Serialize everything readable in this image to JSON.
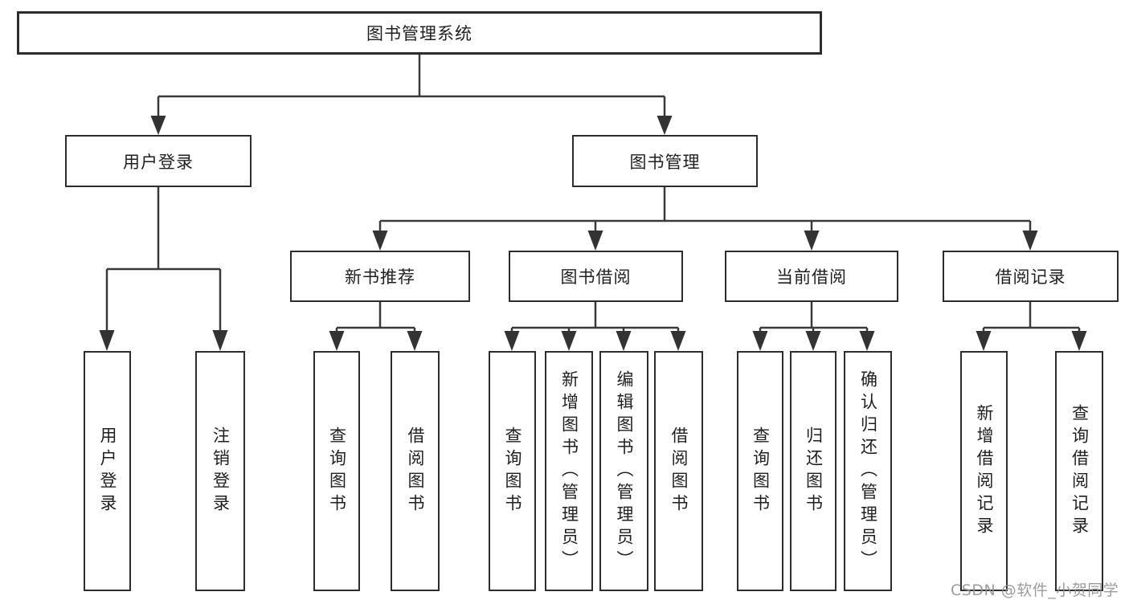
{
  "tree": {
    "root": "图书管理系统",
    "user_login": {
      "label": "用户登录",
      "children": [
        "用户登录",
        "注销登录"
      ]
    },
    "book_mgmt": {
      "label": "图书管理",
      "groups": [
        {
          "label": "新书推荐",
          "children": [
            "查询图书",
            "借阅图书"
          ]
        },
        {
          "label": "图书借阅",
          "children": [
            "查询图书",
            "新增图书（管理员）",
            "编辑图书（管理员）",
            "借阅图书"
          ]
        },
        {
          "label": "当前借阅",
          "children": [
            "查询图书",
            "归还图书",
            "确认归还（管理员）"
          ]
        },
        {
          "label": "借阅记录",
          "children": [
            "新增借阅记录",
            "查询借阅记录"
          ]
        }
      ]
    }
  },
  "page": {
    "watermark": "CSDN @软件_小贺同学"
  }
}
